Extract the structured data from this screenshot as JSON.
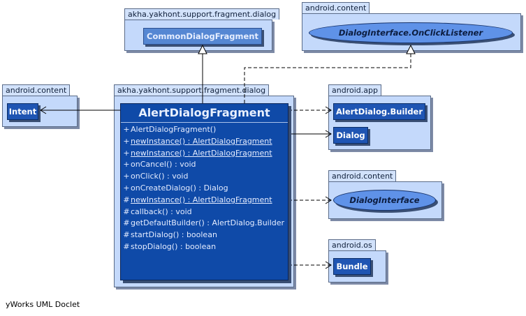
{
  "packages": {
    "top_left": "akha.yakhont.support.fragment.dialog",
    "top_right": "android.content",
    "left": "android.content",
    "main": "akha.yakhont.support.fragment.dialog",
    "app": "android.app",
    "content_right": "android.content",
    "os": "android.os"
  },
  "classes": {
    "common_dialog_fragment": "CommonDialogFragment",
    "on_click_listener": "DialogInterface.OnClickListener",
    "intent": "Intent",
    "alert_dialog_builder": "AlertDialog.Builder",
    "dialog": "Dialog",
    "dialog_interface": "DialogInterface",
    "bundle": "Bundle"
  },
  "main_class": {
    "name": "AlertDialogFragment",
    "members": [
      {
        "vis": "+",
        "sig": "AlertDialogFragment()",
        "static": false
      },
      {
        "vis": "+",
        "sig": "newInstance() : AlertDialogFragment",
        "static": true
      },
      {
        "vis": "+",
        "sig": "newInstance() : AlertDialogFragment",
        "static": true
      },
      {
        "vis": "+",
        "sig": "onCancel() : void",
        "static": false
      },
      {
        "vis": "+",
        "sig": "onClick() : void",
        "static": false
      },
      {
        "vis": "+",
        "sig": "onCreateDialog() : Dialog",
        "static": false
      },
      {
        "vis": "#",
        "sig": "newInstance() : AlertDialogFragment",
        "static": true
      },
      {
        "vis": "#",
        "sig": "callback() : void",
        "static": false
      },
      {
        "vis": "#",
        "sig": "getDefaultBuilder() : AlertDialog.Builder",
        "static": false
      },
      {
        "vis": "#",
        "sig": "startDialog() : boolean",
        "static": false
      },
      {
        "vis": "#",
        "sig": "stopDialog() : boolean",
        "static": false
      }
    ]
  },
  "footer": "yWorks UML Doclet",
  "colors": {
    "package_fill": "#c4d9fb",
    "class_fill": "#1f55b3",
    "main_fill": "#0f4aa8",
    "interface_fill": "#5f92e8"
  }
}
